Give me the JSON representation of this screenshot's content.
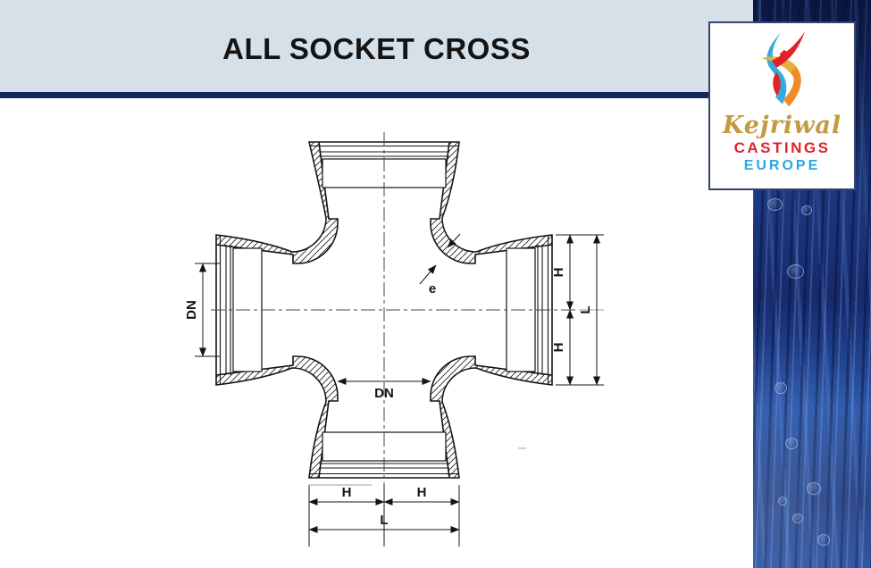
{
  "header": {
    "title": "ALL SOCKET CROSS"
  },
  "logo": {
    "name": "Kejriwal",
    "line2": "CASTINGS",
    "line3": "EUROPE"
  },
  "diagram": {
    "labels": {
      "dn_left": "DN",
      "dn_bore": "DN",
      "h_right_upper": "H",
      "h_right_lower": "H",
      "l_right": "L",
      "h_bottom_left": "H",
      "h_bottom_right": "H",
      "l_bottom": "L",
      "e": "e"
    }
  },
  "colors": {
    "header_bg": "#d6e0e8",
    "rule_navy": "#12295c",
    "ink": "#141414",
    "logo_border": "#36456b",
    "script_gold": "#c59a3f",
    "castings_red": "#e02227",
    "europe_blue": "#29a8e0",
    "ribbon_red": "#e02227",
    "ribbon_blue": "#36a9e1",
    "ribbon_orange": "#f08c28",
    "ribbon_gold": "#e3b23e",
    "water_blue": "#24479c"
  }
}
